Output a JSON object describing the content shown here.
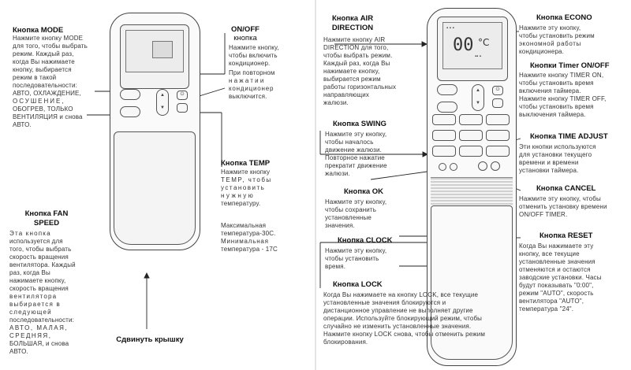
{
  "left": {
    "mode": {
      "title": "Кнопка MODE",
      "lines": [
        "Нажмите кнопку MODE",
        "для того, чтобы выбрать",
        "режим. Каждый раз,",
        "когда Вы нажимаете",
        "кнопку, выбирается",
        "режим в такой",
        "последовательности:",
        "АВТО, ОХЛАЖДЕНИЕ,",
        "ОСУШЕНИЕ,",
        "ОБОГРЕВ, ТОЛЬКО",
        "ВЕНТИЛЯЦИЯ и снова",
        "АВТО."
      ]
    },
    "onoff": {
      "title": [
        "ON/OFF",
        "кнопка"
      ],
      "lines": [
        "Нажмите кнопку,",
        "чтобы включить",
        "кондиционер.",
        "При повторном",
        "нажатии",
        "кондиционер",
        "выключится."
      ]
    },
    "temp": {
      "title": "Кнопка TEMP",
      "lines": [
        "Нажмите кнопку",
        "TEMP, чтобы",
        "установить",
        "нужную",
        "температуру.",
        "",
        "Максимальная",
        "температура-30С.",
        "Минимальная",
        "температура - 17С"
      ]
    },
    "fan": {
      "title": [
        "Кнопка FAN",
        "SPEED"
      ],
      "lines": [
        "Эта кнопка",
        "используется для",
        "того, чтобы выбрать",
        "скорость вращения",
        "вентилятора. Каждый",
        "раз, когда Вы",
        "нажимаете кнопку,",
        "скорость вращения",
        "вентилятора",
        "выбирается в",
        "следующей",
        "последовательности:",
        "АВТО, МАЛАЯ,",
        "СРЕДНЯЯ,",
        "БОЛЬШАЯ, и снова",
        "АВТО."
      ]
    },
    "cover_caption": "Сдвинуть крышку"
  },
  "right": {
    "air": {
      "title": [
        "Кнопка AIR",
        "DIRECTION"
      ],
      "lines": [
        "Нажмите кнопку AIR",
        "DIRECTION для того,",
        "чтобы выбрать режим.",
        "Каждый раз, когда Вы",
        "нажимаете кнопку,",
        "выбирается режим",
        "работы горизонтальных",
        "направляющих",
        "жалюзи."
      ]
    },
    "swing": {
      "title": "Кнопка SWING",
      "lines": [
        "Нажмите эту кнопку,",
        "чтобы началось",
        "движение жалюзи.",
        "Повторное нажатие",
        "прекратит движение",
        "жалюзи."
      ]
    },
    "ok": {
      "title": "Кнопка OK",
      "lines": [
        "Нажмите эту кнопку,",
        "чтобы сохранить",
        "установленные",
        "значения."
      ]
    },
    "clock": {
      "title": "Кнопка CLOCK",
      "lines": [
        "Нажмите эту кнопку,",
        "чтобы установить",
        "время."
      ]
    },
    "lock": {
      "title": "Кнопка LOCK",
      "lines": [
        "Когда Вы нажимаете на кнопку LOCK, все текущие",
        "установленные значения блокируются и",
        "дистанционное управление не выполняет другие",
        "операции. Используйте блокирующий режим, чтобы",
        "случайно не изменить установленные значения.",
        "Нажмите кнопку LOCK снова, чтобы отменить режим",
        "блокирования."
      ]
    },
    "econo": {
      "title": "Кнопка ECONO",
      "lines": [
        "Нажмите эту кнопку,",
        "чтобы установить режим",
        "экономной работы",
        "кондиционера."
      ]
    },
    "timer": {
      "title": "Кнопки Timer ON/OFF",
      "lines": [
        "Нажмите кнопку TIMER ON,",
        "чтобы установить время",
        "включения таймера.",
        "Нажмите кнопку TIMER OFF,",
        "чтобы установить время",
        "выключения таймера."
      ]
    },
    "time_adjust": {
      "title": "Кнопка TIME ADJUST",
      "lines": [
        "Эти кнопки используются",
        "для установки текущего",
        "времени и времени",
        "установки таймера."
      ]
    },
    "cancel": {
      "title": "Кнопка CANCEL",
      "lines": [
        "Нажмите эту кнопку, чтобы",
        "отменить установку времени",
        "ON/OFF TIMER."
      ]
    },
    "reset": {
      "title": "Кнопка RESET",
      "lines": [
        "Когда Вы нажимаете эту",
        "кнопку, все текущие",
        "установленные значения",
        "отменяются и остаются",
        "заводские установки. Часы",
        "будут показывать \"0:00\",",
        "режим \"AUTO\", скорость",
        "вентилятора \"AUTO\",",
        "температура \"24\"."
      ]
    },
    "lcd_value": "00",
    "lcd_unit": "°C"
  }
}
